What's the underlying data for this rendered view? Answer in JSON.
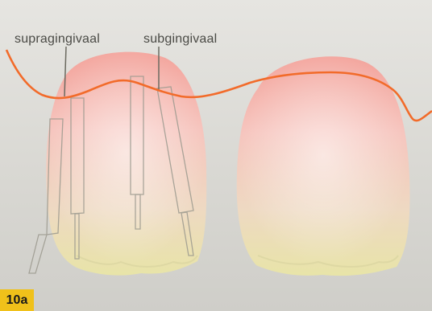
{
  "figure": {
    "badge": "10a",
    "labels": {
      "supra": "supragingivaal",
      "sub": "subgingivaal"
    },
    "colors": {
      "gingival_line": "#f26b2a",
      "badge_bg": "#f0c11a",
      "tooth_top": "#f2a8a2",
      "tooth_bottom": "#e6e3a4",
      "preparation_outline": "#9c9a8f"
    }
  }
}
